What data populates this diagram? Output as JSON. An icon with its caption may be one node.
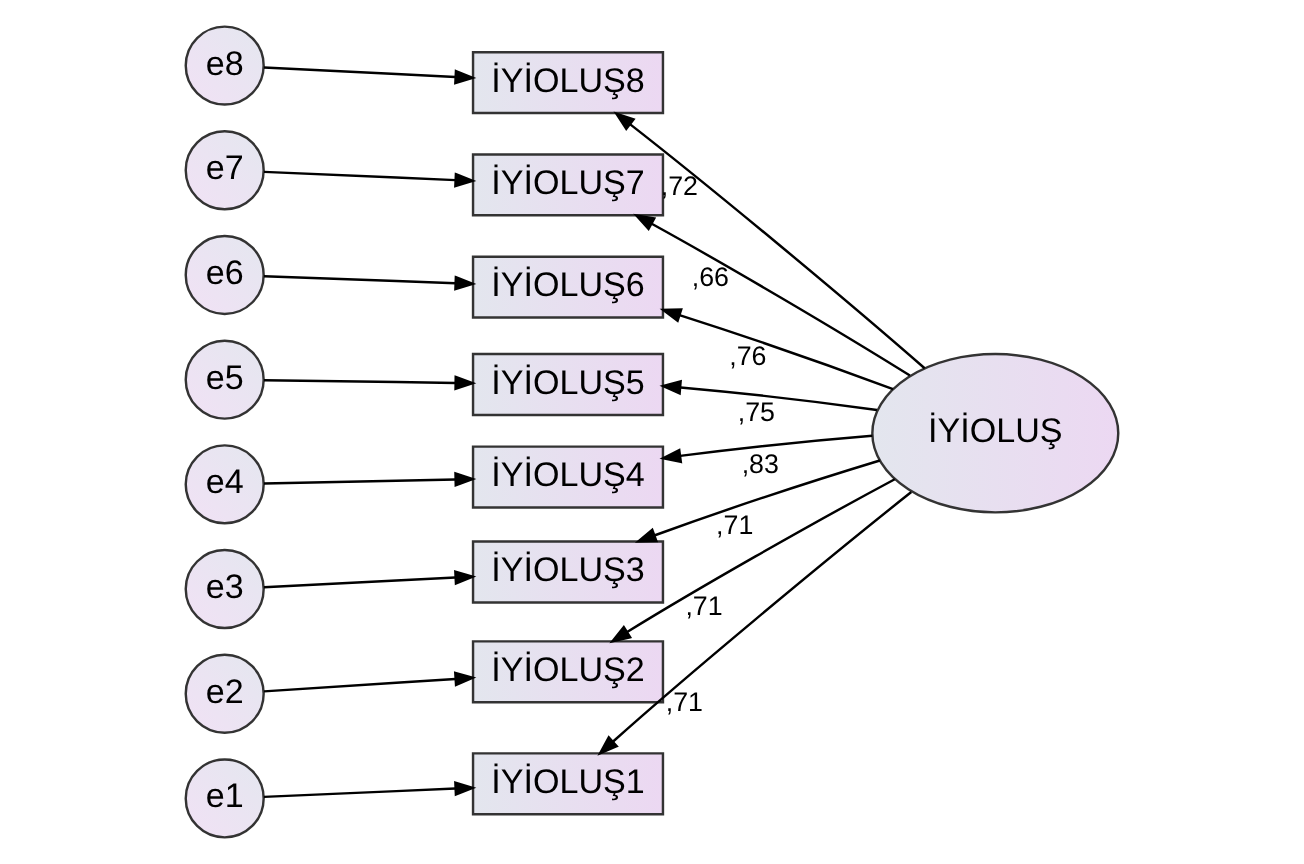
{
  "diagram": {
    "nodes": [
      {
        "text": [
          "e8"
        ]
      },
      {
        "text": [
          "İYİOLUŞ8"
        ]
      },
      {
        "text": [
          "e7"
        ]
      },
      {
        "text": [
          "İYİOLUŞ7"
        ]
      },
      {
        "text": [
          "e6"
        ]
      },
      {
        "text": [
          "İYİOLUŞ6"
        ]
      },
      {
        "text": [
          "e5"
        ]
      },
      {
        "text": [
          "İYİOLUŞ5"
        ]
      },
      {
        "text": [
          "e4"
        ]
      },
      {
        "text": [
          "İYİOLUŞ4"
        ]
      },
      {
        "text": [
          "e3"
        ]
      },
      {
        "text": [
          "İYİOLUŞ3"
        ]
      },
      {
        "text": [
          "e2"
        ]
      },
      {
        "text": [
          "İYİOLUŞ2"
        ]
      },
      {
        "text": [
          "e1"
        ]
      },
      {
        "text": [
          "İYİOLUŞ1"
        ]
      },
      {
        "text": [
          "İYİOLUŞ"
        ]
      }
    ],
    "edges": [
      {
        "from": 0,
        "to": 1,
        "arrow": "to"
      },
      {
        "from": 2,
        "to": 3,
        "arrow": "to"
      },
      {
        "from": 4,
        "to": 5,
        "arrow": "to"
      },
      {
        "from": 6,
        "to": 7,
        "arrow": "to"
      },
      {
        "from": 8,
        "to": 9,
        "arrow": "to"
      },
      {
        "from": 10,
        "to": 11,
        "arrow": "to"
      },
      {
        "from": 12,
        "to": 13,
        "arrow": "to"
      },
      {
        "from": 14,
        "to": 15,
        "arrow": "to"
      },
      {
        "from": 16,
        "to": 1,
        "arrow": "to",
        "label": ",72"
      },
      {
        "from": 16,
        "to": 3,
        "arrow": "to",
        "label": ",66"
      },
      {
        "from": 16,
        "to": 5,
        "arrow": "to",
        "label": ",76"
      },
      {
        "from": 16,
        "to": 7,
        "arrow": "to",
        "label": ",75"
      },
      {
        "from": 16,
        "to": 9,
        "arrow": "to",
        "label": ",83"
      },
      {
        "from": 16,
        "to": 11,
        "arrow": "to",
        "label": ",71"
      },
      {
        "from": 16,
        "to": 13,
        "arrow": "to",
        "label": ",71"
      },
      {
        "from": 16,
        "to": 15,
        "arrow": "to",
        "label": ",71"
      }
    ]
  }
}
